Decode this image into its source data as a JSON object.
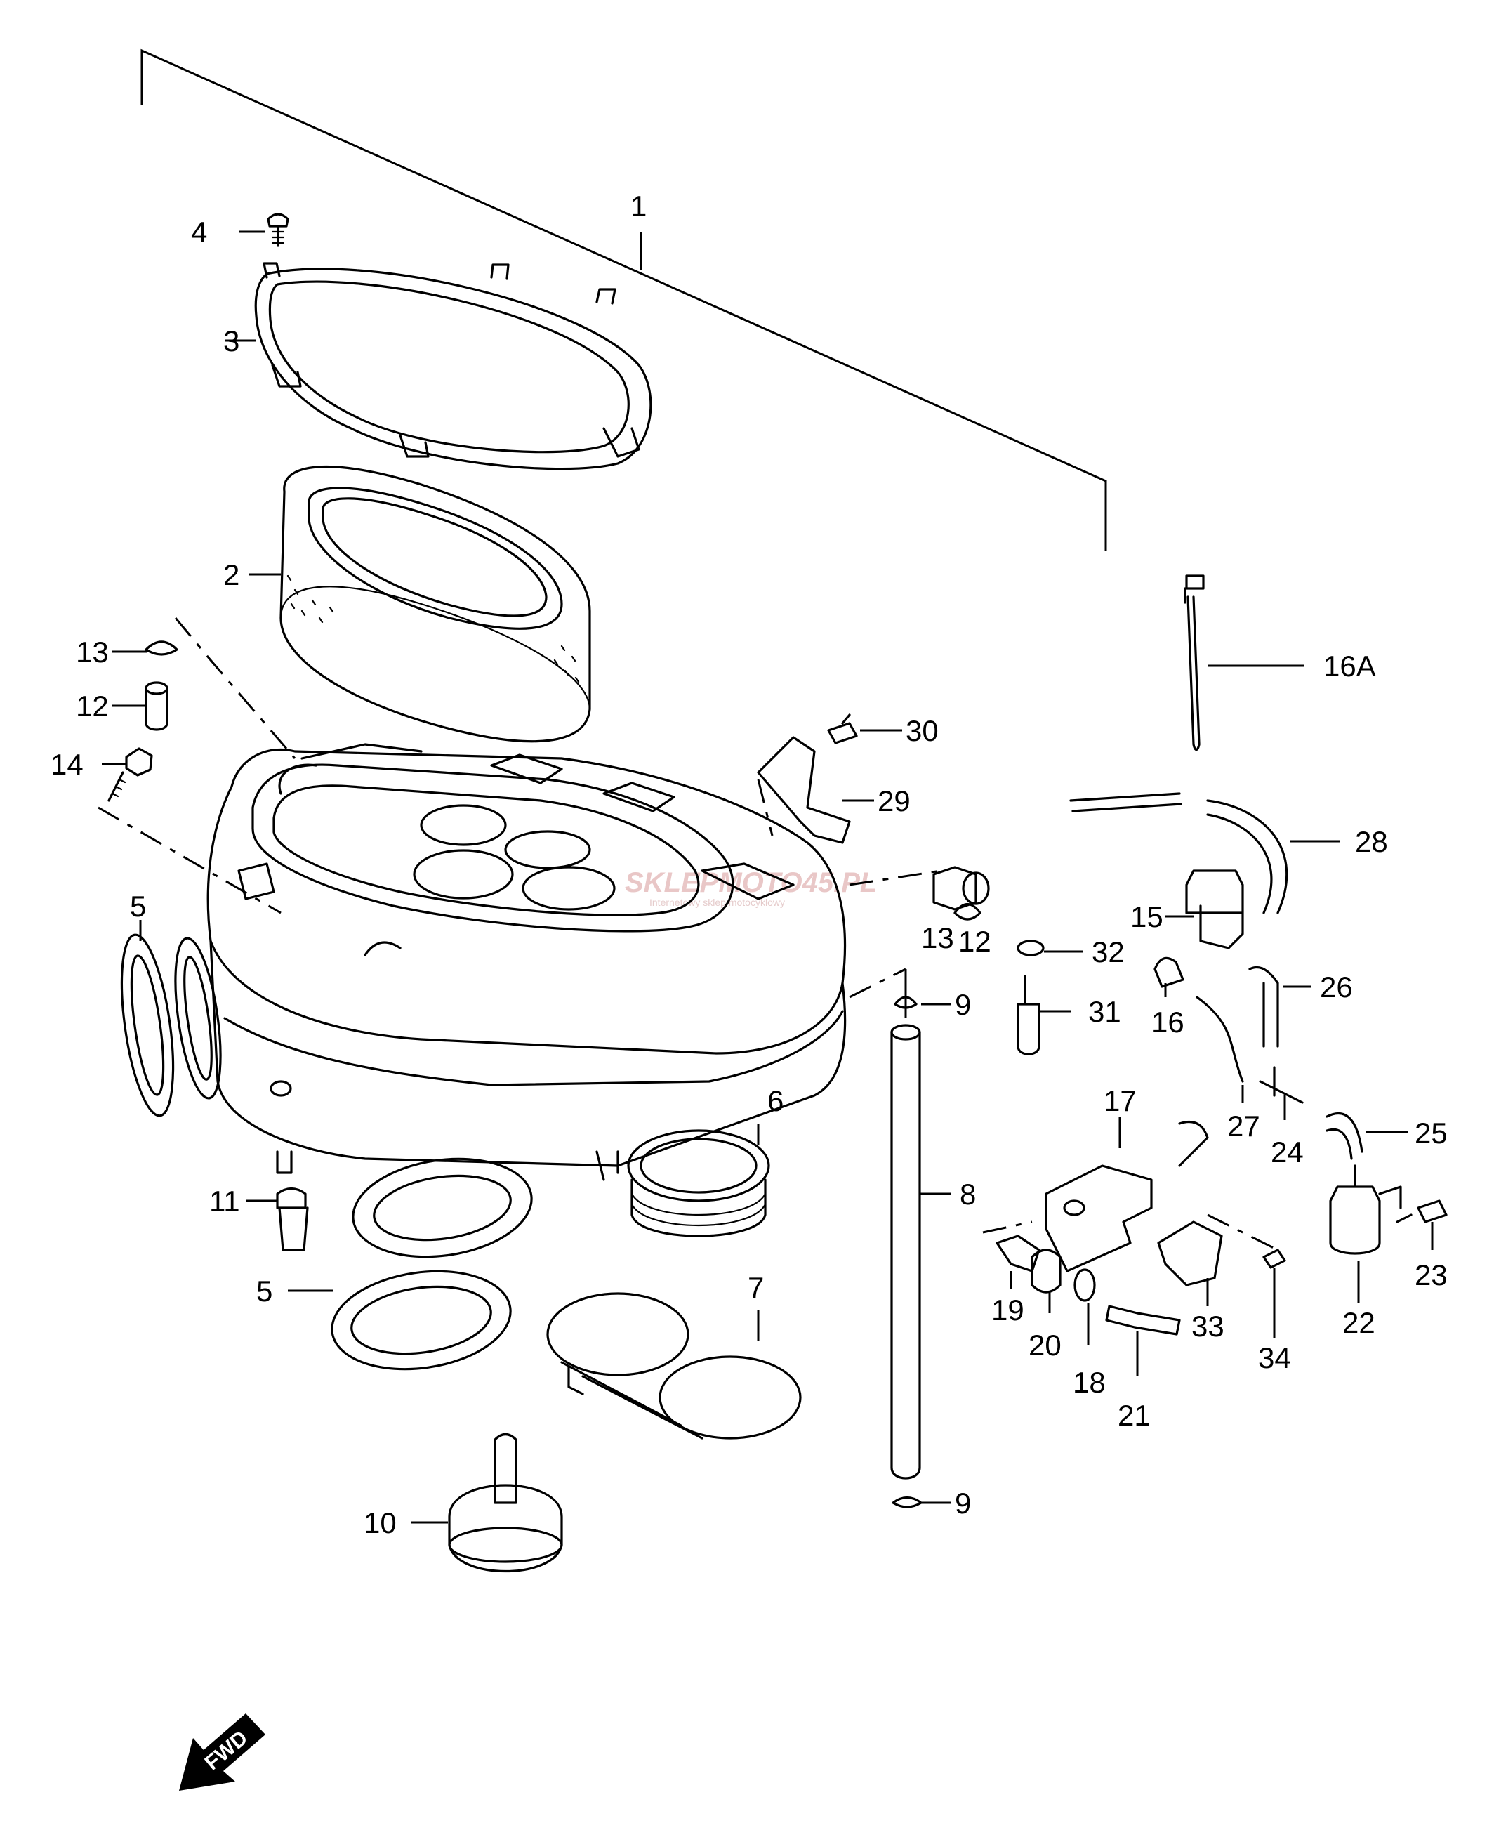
{
  "watermark": {
    "brand": "SKLEPMOTO45.PL",
    "tagline": "Internetowy sklep motocyklowy"
  },
  "fwd_label": "FWD",
  "callouts": {
    "c1": "1",
    "c2": "2",
    "c3": "3",
    "c4": "4",
    "c5a": "5",
    "c5b": "5",
    "c6": "6",
    "c7": "7",
    "c8": "8",
    "c9a": "9",
    "c9b": "9",
    "c10": "10",
    "c11": "11",
    "c12a": "12",
    "c12b": "12",
    "c13a": "13",
    "c13b": "13",
    "c14": "14",
    "c15": "15",
    "c16": "16",
    "c16a": "16A",
    "c17": "17",
    "c18": "18",
    "c19": "19",
    "c20": "20",
    "c21": "21",
    "c22": "22",
    "c23": "23",
    "c24": "24",
    "c25": "25",
    "c26": "26",
    "c27": "27",
    "c28": "28",
    "c29": "29",
    "c30": "30",
    "c31": "31",
    "c32": "32",
    "c33": "33",
    "c34": "34"
  }
}
